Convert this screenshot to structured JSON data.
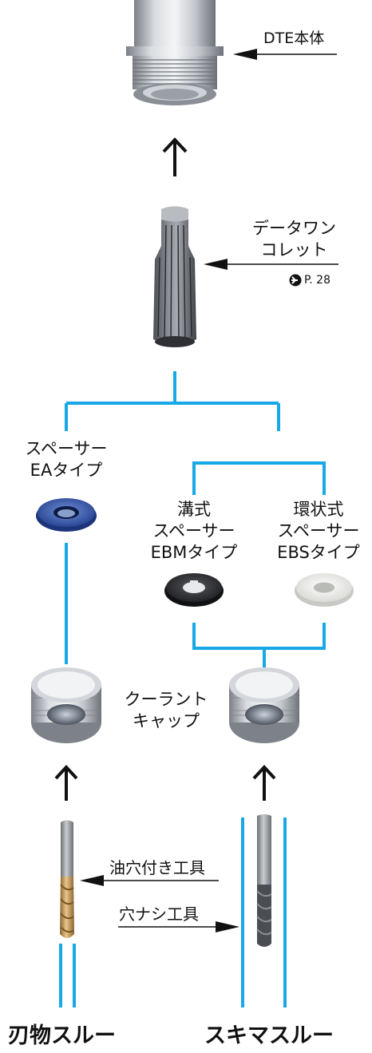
{
  "components": {
    "body": "DTE本体",
    "collet_line1": "データワン",
    "collet_line2": "コレット",
    "collet_ref": "P. 28",
    "spacer_ea_line1": "スペーサー",
    "spacer_ea_line2": "EAタイプ",
    "spacer_ebm_line1": "溝式",
    "spacer_ebm_line2": "スペーサー",
    "spacer_ebm_line3": "EBMタイプ",
    "spacer_ebs_line1": "環状式",
    "spacer_ebs_line2": "スペーサー",
    "spacer_ebs_line3": "EBSタイプ",
    "cap_line1": "クーラント",
    "cap_line2": "キャップ",
    "tool_oil": "油穴付き工具",
    "tool_nohole": "穴ナシ工具"
  },
  "footer": {
    "left": "刃物スルー",
    "right": "スキマスルー"
  },
  "colors": {
    "connector": "#19a8e6",
    "arrow": "#111111",
    "spacer_ea": "#2b4fa8",
    "spacer_ebm": "#2a2a2e",
    "spacer_ebs": "#eeeeea",
    "drill_gold": "#c9a05a",
    "endmill": "#5a5d63"
  },
  "icons": [
    "arrow-right-circle-icon"
  ]
}
